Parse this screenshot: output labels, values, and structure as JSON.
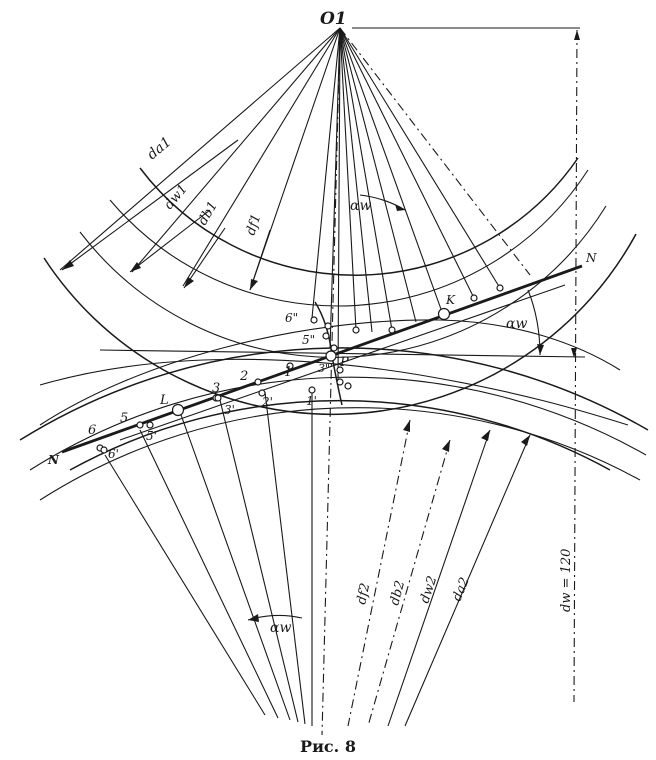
{
  "labels": {
    "center": "O1",
    "d_a1": "da1",
    "d_w1": "dw1",
    "d_b1": "db1",
    "d_f1": "df1",
    "alpha_top": "αw",
    "alpha_right": "αw",
    "alpha_bottom": "αw",
    "n_right": "N",
    "n_left": "N",
    "k": "K",
    "l": "L",
    "p": "P",
    "p1": "1",
    "p2": "2",
    "p3": "3",
    "p5": "5",
    "p6": "6",
    "p1p": "1'",
    "p2p": "2'",
    "p3p": "3'",
    "p5p": "5'",
    "p6p": "6'",
    "p3pp": "3\"",
    "p5pp": "5\"",
    "p6pp": "6\"",
    "d_f2": "df2",
    "d_b2": "db2",
    "d_w2": "dw2",
    "d_a2": "da2",
    "d_w_value": "dw = 120"
  },
  "caption": "Рис. 8"
}
